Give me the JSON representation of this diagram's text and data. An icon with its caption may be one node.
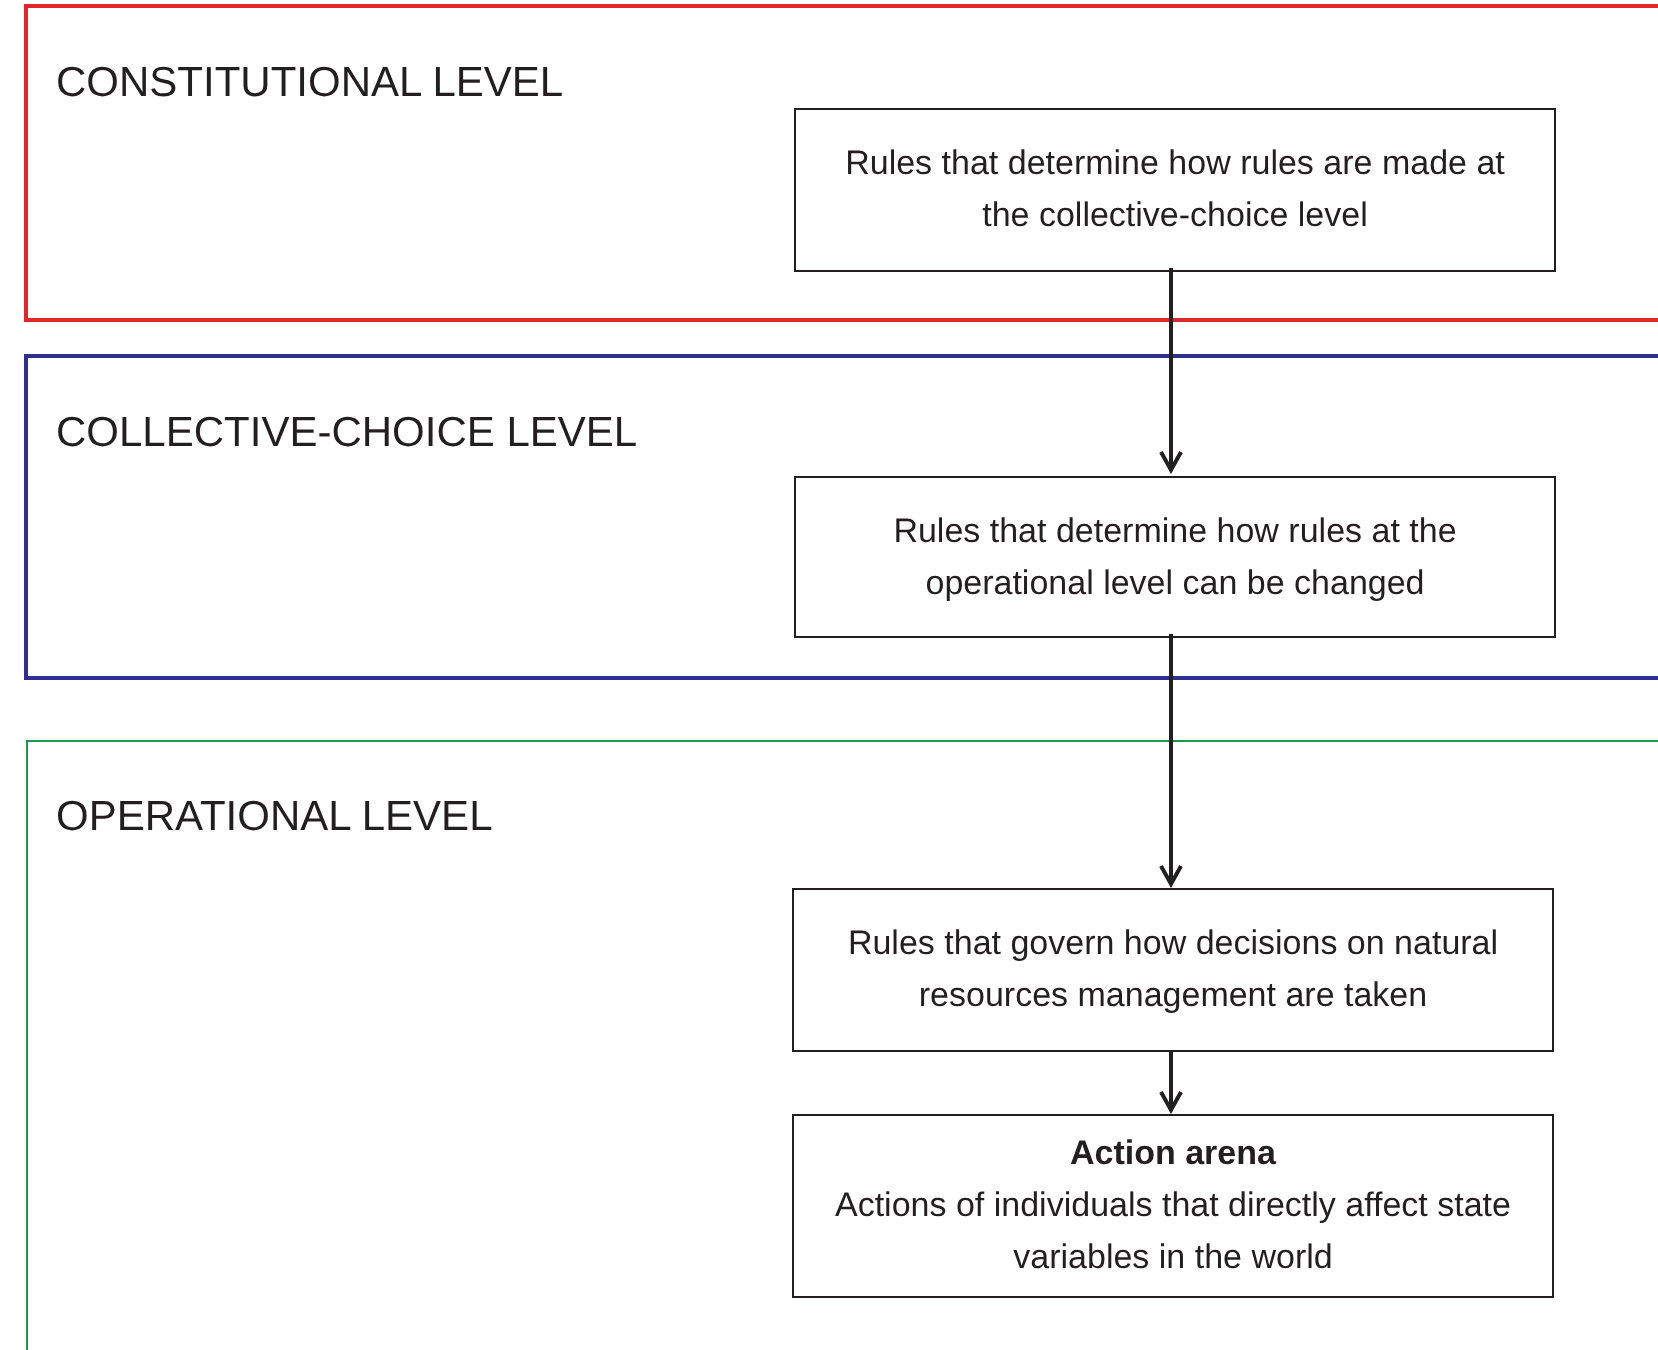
{
  "diagram": {
    "nodes": [
      {
        "text": [
          "CONSTITUTIONAL LEVEL"
        ]
      },
      {
        "text": [
          "Rules that determine how rules are made at the collective-choice level"
        ],
        "in": 0
      },
      {
        "text": [
          "COLLECTIVE-CHOICE LEVEL"
        ]
      },
      {
        "text": [
          "Rules that determine how rules at the operational level can be changed"
        ],
        "in": 2
      },
      {
        "text": [
          "OPERATIONAL LEVEL"
        ]
      },
      {
        "text": [
          "Rules that govern how decisions on natural resources management are taken"
        ],
        "in": 4
      },
      {
        "text": [
          "Action arena",
          "Actions of individuals that directly affect state variables in the world"
        ],
        "in": 4
      }
    ],
    "edges": [
      {
        "from": 1,
        "to": 3,
        "arrow": "to"
      },
      {
        "from": 3,
        "to": 5,
        "arrow": "to"
      },
      {
        "from": 5,
        "to": 6,
        "arrow": "to"
      }
    ]
  }
}
